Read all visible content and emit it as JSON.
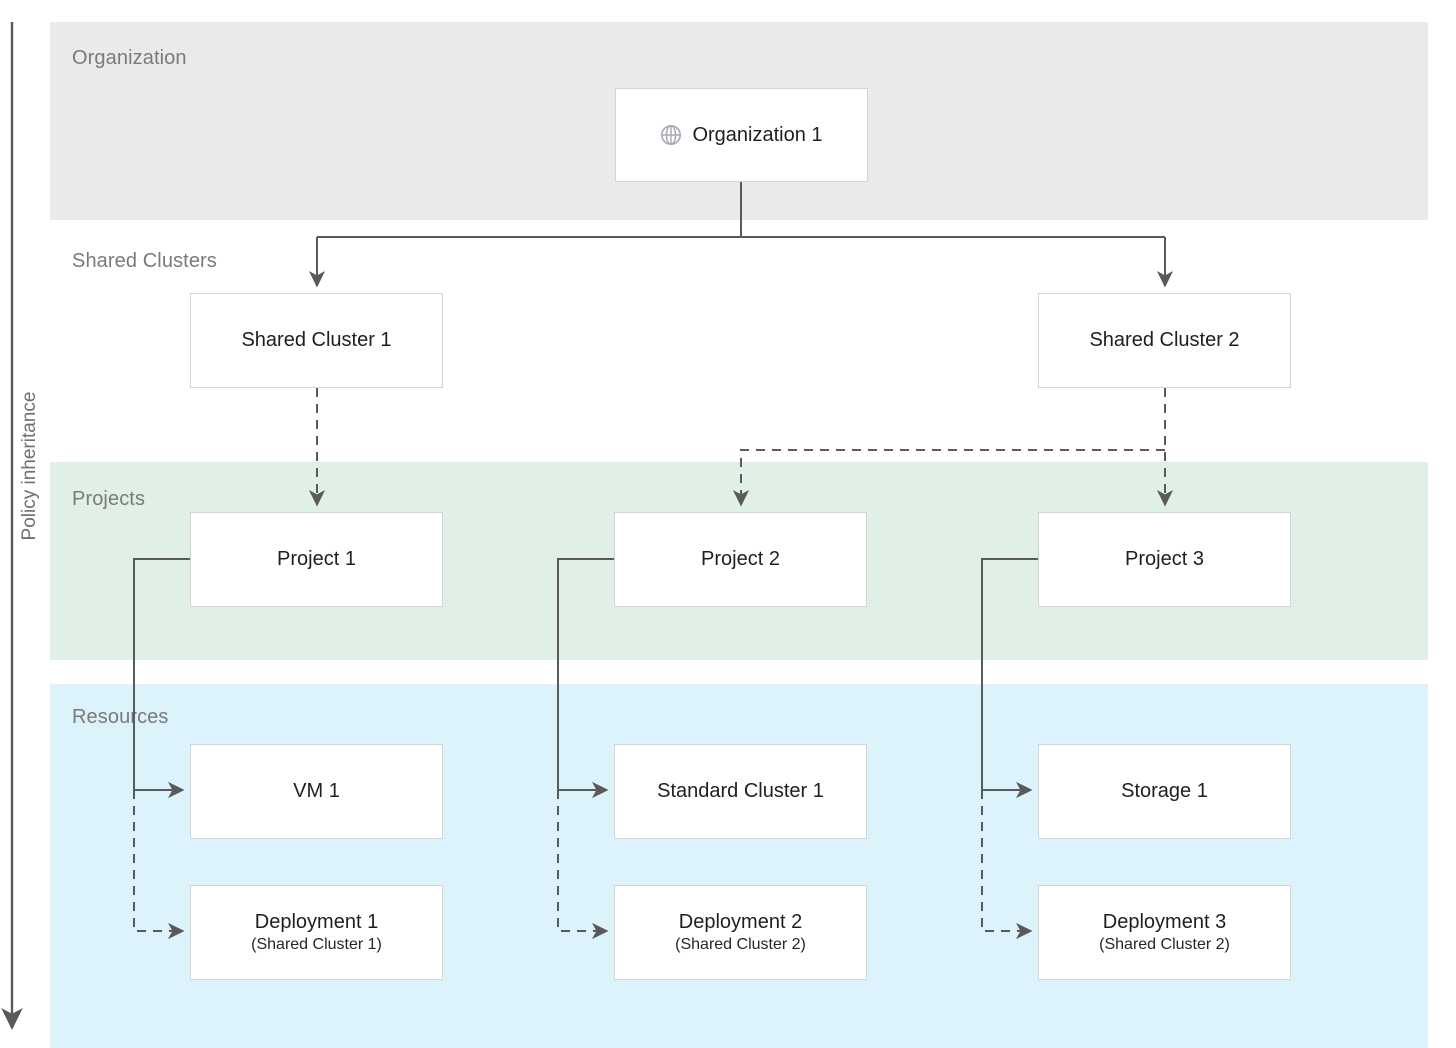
{
  "diagram": {
    "axis": {
      "label": "Policy inheritance",
      "direction": "down"
    },
    "bands": [
      {
        "key": "organization",
        "label": "Organization",
        "color": "#eaeae8"
      },
      {
        "key": "shared_clusters",
        "label": "Shared Clusters",
        "color": "#ffffff"
      },
      {
        "key": "projects",
        "label": "Projects",
        "color": "#e1f0e7"
      },
      {
        "key": "resources",
        "label": "Resources",
        "color": "#dcf3fc"
      }
    ],
    "nodes": {
      "organization_1": {
        "title": "Organization 1",
        "icon": "globe-icon"
      },
      "shared_cluster_1": {
        "title": "Shared Cluster 1"
      },
      "shared_cluster_2": {
        "title": "Shared Cluster 2"
      },
      "project_1": {
        "title": "Project 1"
      },
      "project_2": {
        "title": "Project 2"
      },
      "project_3": {
        "title": "Project 3"
      },
      "vm_1": {
        "title": "VM 1"
      },
      "standard_cluster_1": {
        "title": "Standard Cluster 1"
      },
      "storage_1": {
        "title": "Storage 1"
      },
      "deployment_1": {
        "title": "Deployment 1",
        "subtitle": "(Shared Cluster 1)"
      },
      "deployment_2": {
        "title": "Deployment 2",
        "subtitle": "(Shared Cluster 2)"
      },
      "deployment_3": {
        "title": "Deployment 3",
        "subtitle": "(Shared Cluster 2)"
      }
    },
    "edges": [
      {
        "from": "organization_1",
        "to": "shared_cluster_1",
        "style": "solid"
      },
      {
        "from": "organization_1",
        "to": "shared_cluster_2",
        "style": "solid"
      },
      {
        "from": "shared_cluster_1",
        "to": "project_1",
        "style": "dashed"
      },
      {
        "from": "shared_cluster_2",
        "to": "project_2",
        "style": "dashed"
      },
      {
        "from": "shared_cluster_2",
        "to": "project_3",
        "style": "dashed"
      },
      {
        "from": "project_1",
        "to": "vm_1",
        "style": "solid"
      },
      {
        "from": "project_1",
        "to": "deployment_1",
        "style": "dashed"
      },
      {
        "from": "project_2",
        "to": "standard_cluster_1",
        "style": "solid"
      },
      {
        "from": "project_2",
        "to": "deployment_2",
        "style": "dashed"
      },
      {
        "from": "project_3",
        "to": "storage_1",
        "style": "solid"
      },
      {
        "from": "project_3",
        "to": "deployment_3",
        "style": "dashed"
      }
    ],
    "colors": {
      "connector": "#5a5a5a",
      "box_border": "#d4d4d4",
      "box_fill": "#ffffff",
      "band_label": "#7a7a7a",
      "node_text": "#1f1f1f"
    }
  }
}
